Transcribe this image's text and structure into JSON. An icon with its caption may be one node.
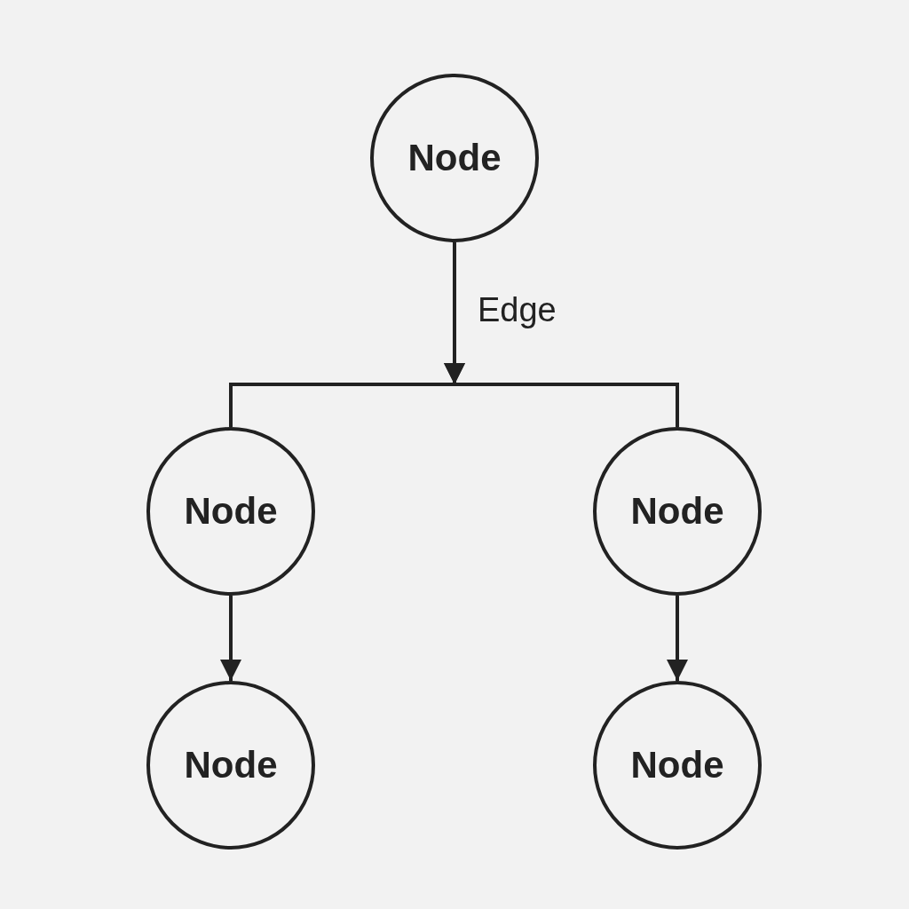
{
  "diagram": {
    "nodes": [
      {
        "text": [
          "Node"
        ]
      },
      {
        "text": [
          "Node"
        ]
      },
      {
        "text": [
          "Node"
        ]
      },
      {
        "text": [
          "Node"
        ]
      },
      {
        "text": [
          "Node"
        ]
      }
    ],
    "edges": [
      {
        "from": 0,
        "to": 1,
        "arrow": "to",
        "label": "Edge"
      },
      {
        "from": 0,
        "to": 2,
        "arrow": "to"
      },
      {
        "from": 1,
        "to": 3,
        "arrow": "to"
      },
      {
        "from": 2,
        "to": 4,
        "arrow": "to"
      }
    ]
  }
}
